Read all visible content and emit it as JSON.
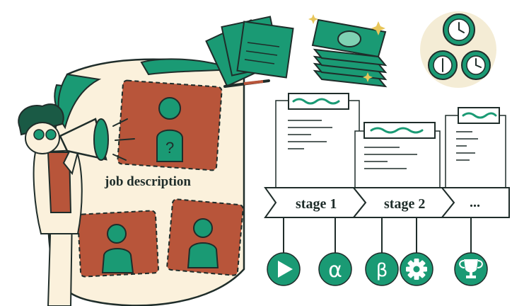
{
  "poster": {
    "label": "job description"
  },
  "pipeline": {
    "stages": [
      {
        "label": "stage 1"
      },
      {
        "label": "stage 2"
      },
      {
        "label": "..."
      }
    ],
    "milestones": [
      {
        "icon": "play-icon"
      },
      {
        "icon": "alpha-icon",
        "glyph": "α"
      },
      {
        "icon": "beta-icon",
        "glyph": "β"
      },
      {
        "icon": "gear-icon"
      },
      {
        "icon": "trophy-icon"
      }
    ]
  },
  "colors": {
    "green": "#1a9a74",
    "dark_green": "#0f6e54",
    "rust": "#b8553a",
    "cream": "#fbf1dc",
    "outline": "#1f2d2a",
    "sand": "#f4ecd5"
  }
}
